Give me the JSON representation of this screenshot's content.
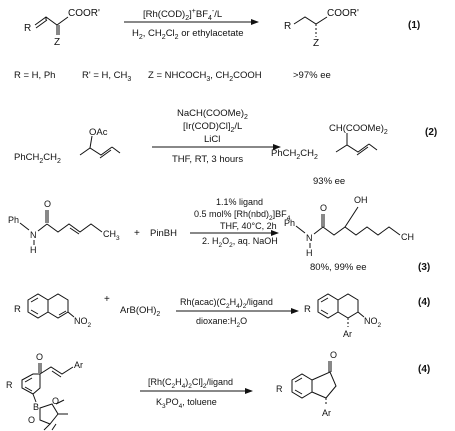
{
  "rxn1": {
    "start_cooR": "COOR'",
    "start_R": "R",
    "start_Z": "Z",
    "catalyst_a": "[Rh(COD)",
    "catalyst_sub2": "2",
    "catalyst_b": "]",
    "catalyst_sup": "+",
    "catalyst_c": "BF",
    "catalyst_sub4": "4",
    "catalyst_sup2": "-",
    "catalyst_d": "/L",
    "conditions_a": "H",
    "conditions_sub": "2",
    "conditions_b": ", CH",
    "conditions_sub2": "2",
    "conditions_c": "Cl",
    "conditions_sub3": "2",
    "conditions_d": " or ethylacetate",
    "product_cooR": "COOR'",
    "product_R": "R",
    "product_Z": "Z",
    "number": "(1)",
    "scope_R": "R = H, Ph",
    "scope_R2": "R' = H, CH",
    "scope_R2_sub": "3",
    "scope_Z_a": "Z = NHCOCH",
    "scope_Z_sub": "3",
    "scope_Z_b": ", CH",
    "scope_Z_sub2": "2",
    "scope_Z_c": "COOH",
    "ee": ">97% ee"
  },
  "rxn2": {
    "start_label": "PhCH",
    "start_sub": "2",
    "start_label_b": "CH",
    "start_sub2": "2",
    "start_oac": "OAc",
    "reagent1_a": "NaCH(COOMe)",
    "reagent1_sub": "2",
    "reagent2_a": "[Ir(COD)Cl]",
    "reagent2_sub": "2",
    "reagent2_b": "/L",
    "reagent3": "LiCl",
    "conditions": "THF, RT, 3 hours",
    "product_label": "PhCH",
    "product_sub": "2",
    "product_label_b": "CH",
    "product_sub2": "2",
    "product_ch_a": "CH(COOMe)",
    "product_ch_sub": "2",
    "number": "(2)",
    "ee": "93% ee"
  },
  "rxn3": {
    "start_o": "O",
    "start_ph": "Ph",
    "start_n": "N",
    "start_h": "H",
    "start_ch": "CH",
    "start_ch_sub": "3",
    "plus": "+",
    "reagent": "PinBH",
    "cond1": "1.1% ligand",
    "cond2_a": "0.5 mol% [Rh(nbd)",
    "cond2_sub": "2",
    "cond2_b": "]BF",
    "cond2_sub2": "4",
    "cond3": "THF, 40°C, 2h",
    "cond4_a": "2.  H",
    "cond4_sub": "2",
    "cond4_b": "O",
    "cond4_sub2": "2",
    "cond4_c": ", aq. NaOH",
    "product_o": "O",
    "product_oh": "OH",
    "product_ph": "Ph",
    "product_n": "N",
    "product_h": "H",
    "product_ch": "CH",
    "result": "80%, 99% ee",
    "number": "(3)"
  },
  "rxn4": {
    "start_R": "R",
    "start_no2_a": "NO",
    "start_no2_sub": "2",
    "plus": "+",
    "reagent_a": "ArB(OH)",
    "reagent_sub": "2",
    "catalyst_a": "Rh(acac)(C",
    "catalyst_sub": "2",
    "catalyst_b": "H",
    "catalyst_sub2": "4",
    "catalyst_c": ")",
    "catalyst_sub3": "2",
    "catalyst_d": "/ligand",
    "solvent_a": "dioxane:H",
    "solvent_sub": "2",
    "solvent_b": "O",
    "product_R": "R",
    "product_no2_a": "NO",
    "product_no2_sub": "2",
    "product_ar": "Ar",
    "number": "(4)"
  },
  "rxn5": {
    "start_o": "O",
    "start_ar": "Ar",
    "start_R": "R",
    "start_b": "B",
    "start_o1": "O",
    "start_o2": "O",
    "catalyst_a": "[Rh(C",
    "catalyst_sub": "2",
    "catalyst_b": "H",
    "catalyst_sub2": "4",
    "catalyst_c": ")",
    "catalyst_sub3": "2",
    "catalyst_d": "Cl]",
    "catalyst_sub4": "2",
    "catalyst_e": "/ligand",
    "conditions_a": "K",
    "conditions_sub": "3",
    "conditions_b": "PO",
    "conditions_sub2": "4",
    "conditions_c": ", toluene",
    "product_o": "O",
    "product_R": "R",
    "product_ar": "Ar",
    "number": "(4)"
  }
}
